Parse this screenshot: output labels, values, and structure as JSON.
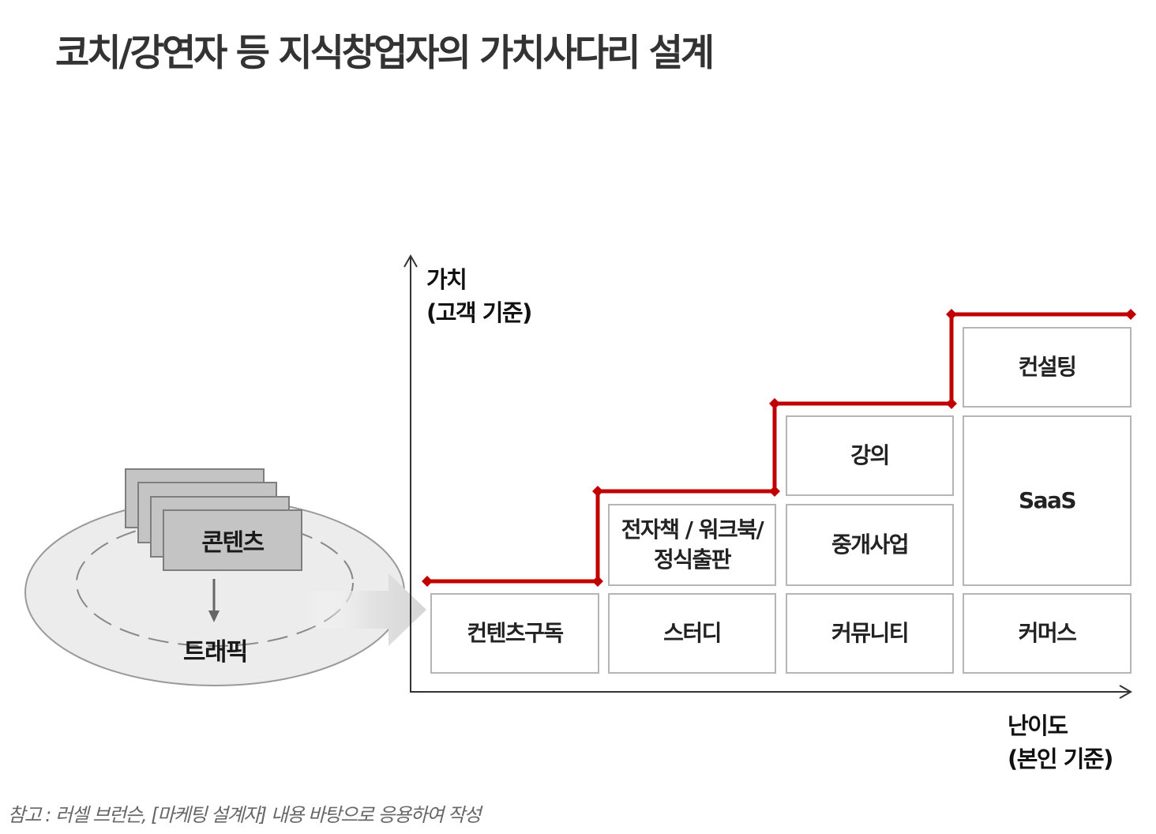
{
  "title": "코치/강연자 등 지식창업자의 가치사다리 설계",
  "left_diagram": {
    "content_label": "콘텐츠",
    "traffic_label": "트래픽"
  },
  "y_axis_label": {
    "line1": "가치",
    "line2": "(고객 기준)"
  },
  "x_axis_label": {
    "line1": "난이도",
    "line2": "(본인 기준)"
  },
  "boxes": {
    "col1": [
      "컨텐츠구독"
    ],
    "col2": [
      "스터디",
      "전자책 / 워크북/\n정식출판"
    ],
    "col3": [
      "커뮤니티",
      "중개사업",
      "강의"
    ],
    "col4": [
      "커머스",
      "SaaS",
      "컨설팅"
    ]
  },
  "colors": {
    "ladder_line": "#c00000",
    "box_border": "#b5b5b5",
    "card_fill": "#c4c4c4",
    "platform_fill": "#ececec"
  },
  "footnote": "참고 : 러셀 브런슨, [마케팅 설계자] 내용 바탕으로 응용하여 작성"
}
